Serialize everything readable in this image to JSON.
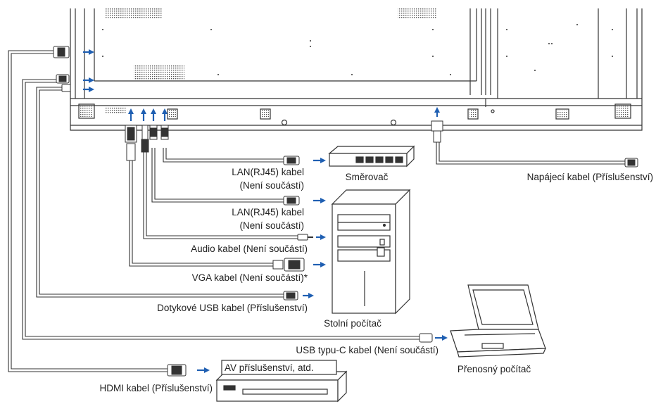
{
  "labels": {
    "router": "Směrovač",
    "lan1_a": "LAN(RJ45) kabel",
    "lan1_b": "(Není součástí)",
    "lan2_a": "LAN(RJ45) kabel",
    "lan2_b": "(Není součástí)",
    "audio": "Audio kabel (Není součástí)",
    "vga": "VGA kabel (Není součástí)*",
    "touch_usb": "Dotykové USB kabel (Příslušenství)",
    "desktop": "Stolní počítač",
    "usbc": "USB typu-C kabel (Není součástí)",
    "laptop": "Přenosný počítač",
    "av": "AV příslušenství, atd.",
    "hdmi": "HDMI kabel (Příslušenství)",
    "power": "Napájecí kabel (Příslušenství)"
  },
  "colors": {
    "arrow": "#1f5fb2",
    "line": "#333333"
  }
}
